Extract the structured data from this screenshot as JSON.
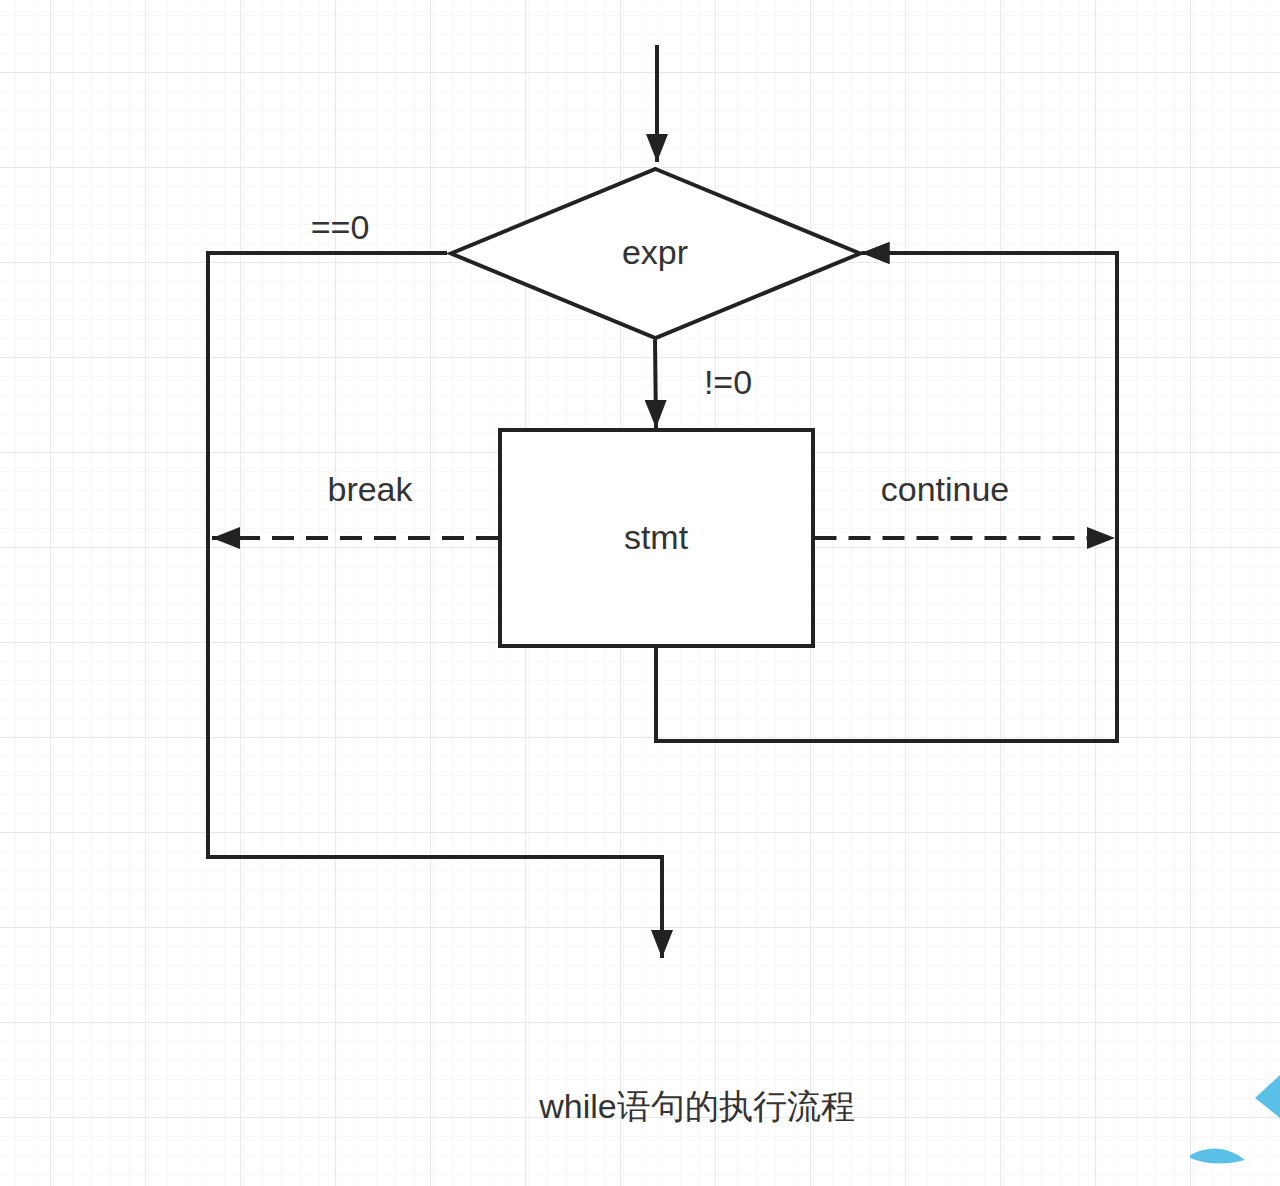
{
  "diagram": {
    "caption": "while语句的执行流程",
    "nodes": [
      {
        "text": [
          "expr"
        ]
      },
      {
        "text": [
          "stmt"
        ]
      }
    ],
    "edges": [
      {
        "from": 0,
        "to": 1,
        "arrow": "to",
        "label": "!=0"
      },
      {
        "from": 1,
        "to": 0,
        "arrow": "to"
      },
      {
        "from": 1,
        "to": 0,
        "arrow": "to",
        "label": "continue"
      }
    ],
    "labels": [
      "==0",
      "break"
    ]
  }
}
